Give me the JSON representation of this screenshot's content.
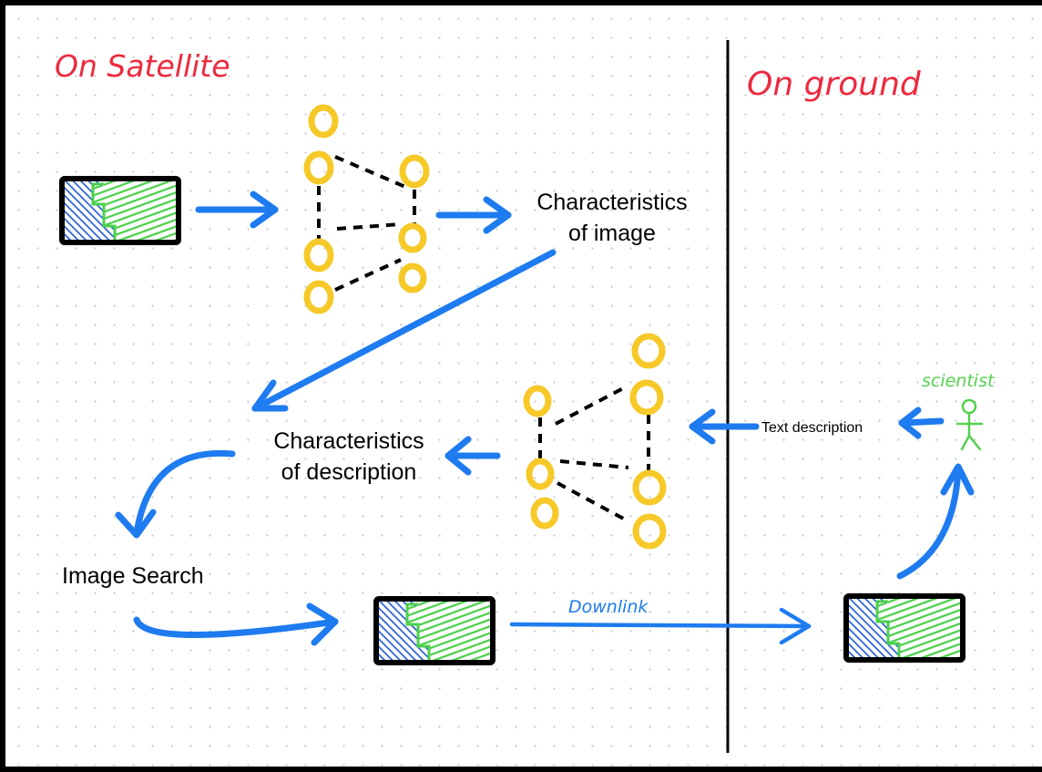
{
  "labels": {
    "on_satellite": "On Satellite",
    "on_ground": "On ground",
    "characteristics_of_image_line1": "Characteristics",
    "characteristics_of_image_line2": "of image",
    "characteristics_of_description_line1": "Characteristics",
    "characteristics_of_description_line2": "of description",
    "image_search": "Image Search",
    "text_description": "Text description",
    "downlink": "Downlink",
    "scientist": "scientist"
  },
  "colors": {
    "header_red": "#ec2a3f",
    "arrow_blue": "#1e7bf0",
    "node_yellow": "#f6c928",
    "tile_green": "#4cd04c",
    "tile_blue": "#2c62d8",
    "scientist_green": "#55d04f",
    "ink": "#000000"
  },
  "icons": [
    "satellite-image-tile",
    "neural-network",
    "scientist-stick-figure"
  ]
}
